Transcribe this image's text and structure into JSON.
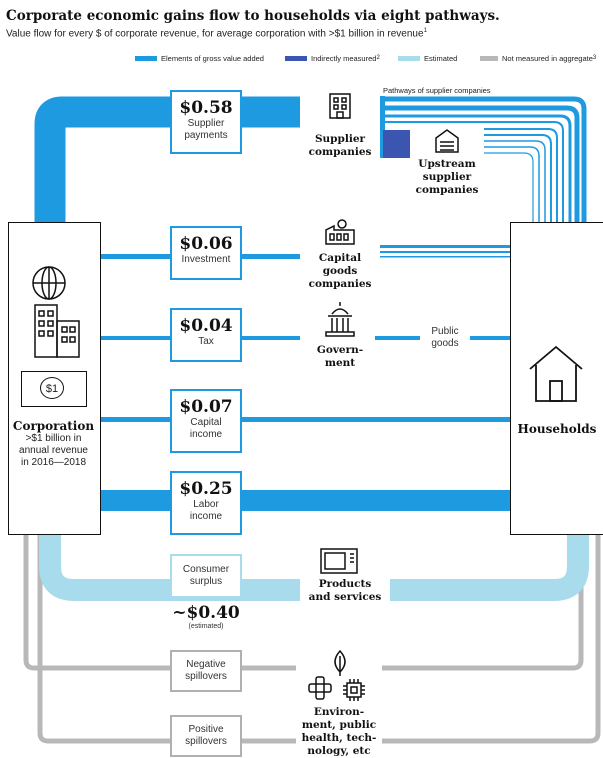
{
  "header": {
    "title": "Corporate economic gains flow to households via eight pathways.",
    "subtitle": "Value flow for every $ of corporate revenue, for average corporation with >$1 billion in revenue",
    "subtitle_sup": "1"
  },
  "legend": {
    "gross_value_added": "Elements of gross value added",
    "indirectly_measured": "Indirectly measured",
    "indirectly_measured_sup": "2",
    "estimated": "Estimated",
    "not_measured": "Not measured in aggregate",
    "not_measured_sup": "3",
    "colors": {
      "gross_value_added": "#1e9ae0",
      "indirectly_measured": "#3a56b0",
      "estimated": "#a8dcec",
      "not_measured": "#b8b8b8"
    }
  },
  "pathways_label": "Pathways of supplier companies",
  "corporation": {
    "title": "Corporation",
    "line1": ">$1 billion in",
    "line2": "annual revenue",
    "line3": "in 2016—2018",
    "money_symbol": "$1"
  },
  "households": {
    "title": "Households"
  },
  "flows": {
    "supplier": {
      "value": "$0.58",
      "label1": "Supplier",
      "label2": "payments"
    },
    "investment": {
      "value": "$0.06",
      "label1": "Investment"
    },
    "tax": {
      "value": "$0.04",
      "label1": "Tax"
    },
    "capital": {
      "value": "$0.07",
      "label1": "Capital",
      "label2": "income"
    },
    "labor": {
      "value": "$0.25",
      "label1": "Labor",
      "label2": "income"
    },
    "consumer": {
      "label1": "Consumer",
      "label2": "surplus",
      "value": "~$0.40",
      "note": "(estimated)"
    },
    "negative": {
      "label1": "Negative",
      "label2": "spillovers"
    },
    "positive": {
      "label1": "Positive",
      "label2": "spillovers"
    }
  },
  "nodes": {
    "supplier_companies": {
      "line1": "Supplier",
      "line2": "companies"
    },
    "upstream": {
      "line1": "Upstream",
      "line2": "supplier",
      "line3": "companies"
    },
    "capital_goods": {
      "line1": "Capital",
      "line2": "goods",
      "line3": "companies"
    },
    "government": {
      "line1": "Govern-",
      "line2": "ment"
    },
    "public_goods": {
      "line1": "Public",
      "line2": "goods"
    },
    "products": {
      "line1": "Products",
      "line2": "and services"
    },
    "environment": {
      "line1": "Environ-",
      "line2": "ment, public",
      "line3": "health, tech-",
      "line4": "nology, etc"
    }
  }
}
